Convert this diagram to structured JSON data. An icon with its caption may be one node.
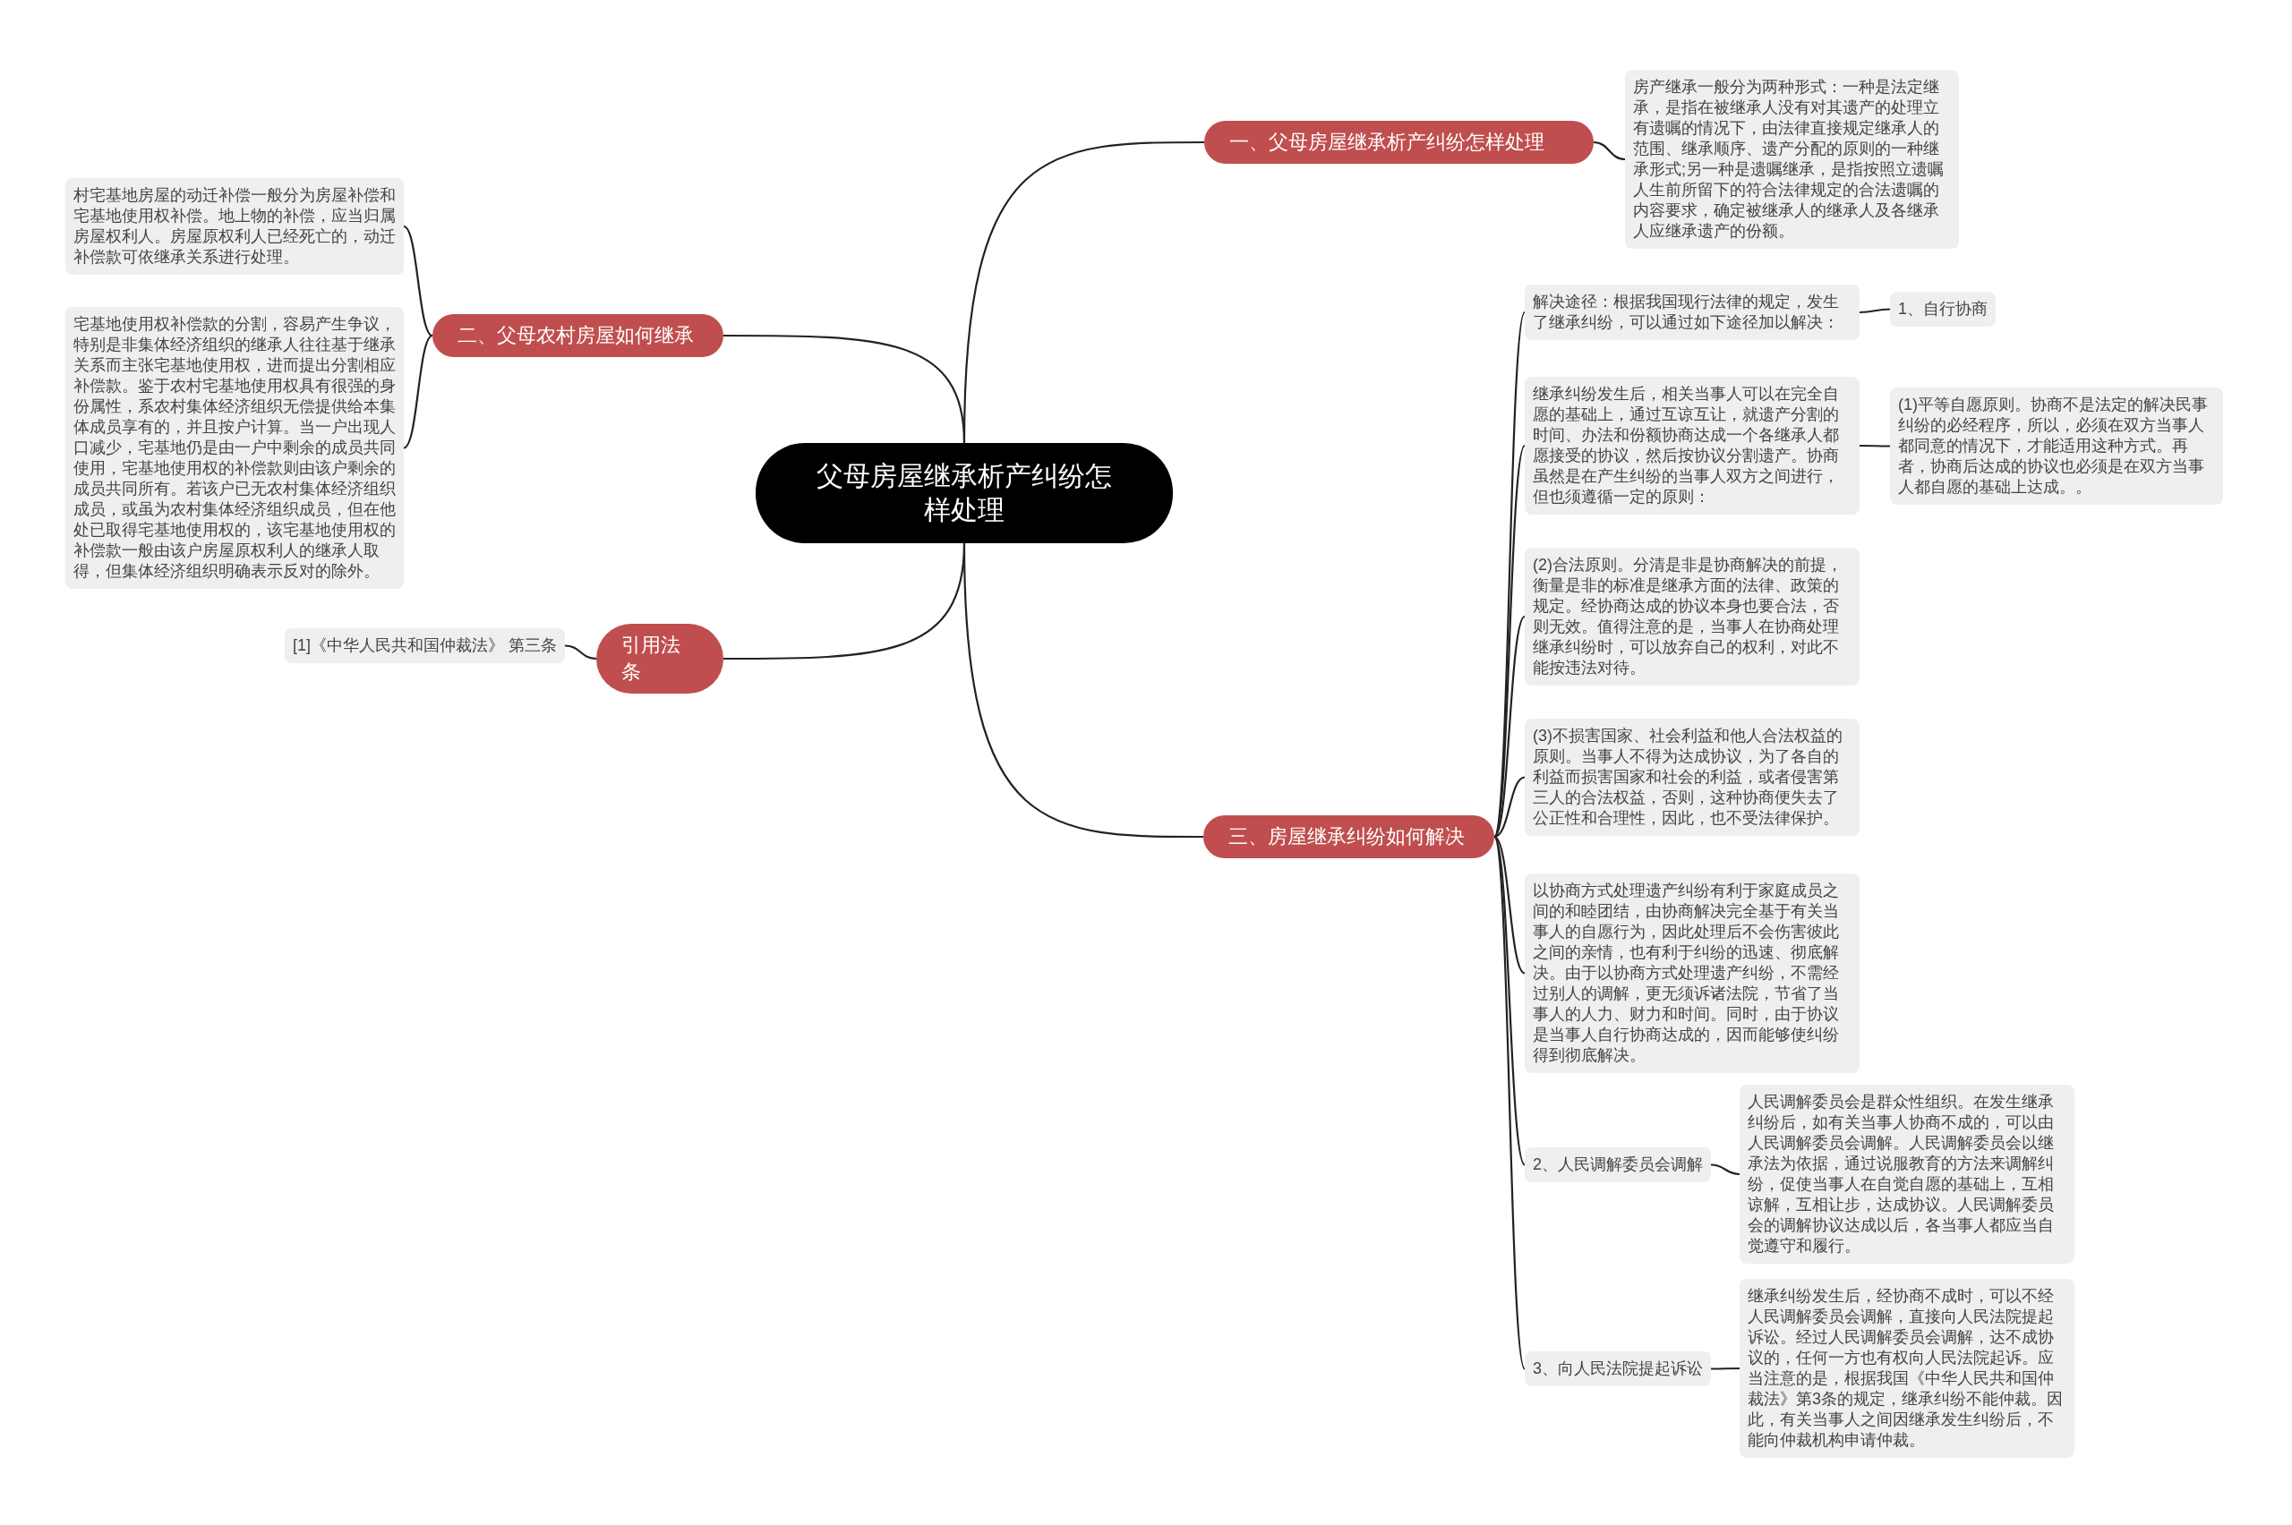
{
  "diagram": {
    "nodes": [
      {
        "text": [
          "父母房屋继承析产纠纷怎样处理"
        ]
      },
      {
        "text": [
          "一、父母房屋继承析产纠纷怎样处理"
        ]
      },
      {
        "text": [
          "房产继承一般分为两种形式：一种是法定继承，是指在被继承人没有对其遗产的处理立有遗嘱的情况下，由法律直接规定继承人的范围、继承顺序、遗产分配的原则的一种继承形式;另一种是遗嘱继承，是指按照立遗嘱人生前所留下的符合法律规定的合法遗嘱的内容要求，确定被继承人的继承人及各继承人应继承遗产的份额。"
        ]
      },
      {
        "text": [
          "二、父母农村房屋如何继承"
        ]
      },
      {
        "text": [
          "村宅基地房屋的动迁补偿一般分为房屋补偿和宅基地使用权补偿。地上物的补偿，应当归属房屋权利人。房屋原权利人已经死亡的，动迁补偿款可依继承关系进行处理。"
        ]
      },
      {
        "text": [
          "宅基地使用权补偿款的分割，容易产生争议，特别是非集体经济组织的继承人往往基于继承关系而主张宅基地使用权，进而提出分割相应补偿款。鉴于农村宅基地使用权具有很强的身份属性，系农村集体经济组织无偿提供给本集体成员享有的，并且按户计算。当一户出现人口减少，宅基地仍是由一户中剩余的成员共同使用，宅基地使用权的补偿款则由该户剩余的成员共同所有。若该户已无农村集体经济组织成员，或虽为农村集体经济组织成员，但在他处已取得宅基地使用权的，该宅基地使用权的补偿款一般由该户房屋原权利人的继承人取得，但集体经济组织明确表示反对的除外。"
        ]
      },
      {
        "text": [
          "引用法条"
        ]
      },
      {
        "text": [
          "[1]《中华人民共和国仲裁法》 第三条"
        ]
      },
      {
        "text": [
          "三、房屋继承纠纷如何解决"
        ]
      },
      {
        "text": [
          "解决途径：根据我国现行法律的规定，发生了继承纠纷，可以通过如下途径加以解决："
        ]
      },
      {
        "text": [
          "1、自行协商"
        ]
      },
      {
        "text": [
          "继承纠纷发生后，相关当事人可以在完全自愿的基础上，通过互谅互让，就遗产分割的时间、办法和份额协商达成一个各继承人都愿接受的协议，然后按协议分割遗产。协商虽然是在产生纠纷的当事人双方之间进行，但也须遵循一定的原则："
        ]
      },
      {
        "text": [
          "(1)平等自愿原则。协商不是法定的解决民事纠纷的必经程序，所以，必须在双方当事人都同意的情况下，才能适用这种方式。再者，协商后达成的协议也必须是在双方当事人都自愿的基础上达成。。"
        ]
      },
      {
        "text": [
          "(2)合法原则。分清是非是协商解决的前提，衡量是非的标准是继承方面的法律、政策的规定。经协商达成的协议本身也要合法，否则无效。值得注意的是，当事人在协商处理继承纠纷时，可以放弃自己的权利，对此不能按违法对待。"
        ]
      },
      {
        "text": [
          "(3)不损害国家、社会利益和他人合法权益的原则。当事人不得为达成协议，为了各自的利益而损害国家和社会的利益，或者侵害第三人的合法权益，否则，这种协商便失去了公正性和合理性，因此，也不受法律保护。"
        ]
      },
      {
        "text": [
          "以协商方式处理遗产纠纷有利于家庭成员之间的和睦团结，由协商解决完全基于有关当事人的自愿行为，因此处理后不会伤害彼此之间的亲情，也有利于纠纷的迅速、彻底解决。由于以协商方式处理遗产纠纷，不需经过别人的调解，更无须诉诸法院，节省了当事人的人力、财力和时间。同时，由于协议是当事人自行协商达成的，因而能够使纠纷得到彻底解决。"
        ]
      },
      {
        "text": [
          "2、人民调解委员会调解"
        ]
      },
      {
        "text": [
          "人民调解委员会是群众性组织。在发生继承纠纷后，如有关当事人协商不成的，可以由人民调解委员会调解。人民调解委员会以继承法为依据，通过说服教育的方法来调解纠纷，促使当事人在自觉自愿的基础上，互相谅解，互相让步，达成协议。人民调解委员会的调解协议达成以后，各当事人都应当自觉遵守和履行。"
        ]
      },
      {
        "text": [
          "3、向人民法院提起诉讼"
        ]
      },
      {
        "text": [
          "继承纠纷发生后，经协商不成时，可以不经人民调解委员会调解，直接向人民法院提起诉讼。经过人民调解委员会调解，达不成协议的，任何一方也有权向人民法院起诉。应当注意的是，根据我国《中华人民共和国仲裁法》第3条的规定，继承纠纷不能仲裁。因此，有关当事人之间因继承发生纠纷后，不能向仲裁机构申请仲裁。"
        ]
      }
    ],
    "edges": [
      {
        "from": 0,
        "to": 1,
        "arrow": "none"
      },
      {
        "from": 1,
        "to": 2,
        "arrow": "none"
      },
      {
        "from": 0,
        "to": 3,
        "arrow": "none"
      },
      {
        "from": 3,
        "to": 4,
        "arrow": "none"
      },
      {
        "from": 3,
        "to": 5,
        "arrow": "none"
      },
      {
        "from": 0,
        "to": 6,
        "arrow": "none"
      },
      {
        "from": 6,
        "to": 7,
        "arrow": "none"
      },
      {
        "from": 0,
        "to": 8,
        "arrow": "none"
      },
      {
        "from": 8,
        "to": 9,
        "arrow": "none"
      },
      {
        "from": 9,
        "to": 10,
        "arrow": "none"
      },
      {
        "from": 8,
        "to": 11,
        "arrow": "none"
      },
      {
        "from": 11,
        "to": 12,
        "arrow": "none"
      },
      {
        "from": 8,
        "to": 13,
        "arrow": "none"
      },
      {
        "from": 8,
        "to": 14,
        "arrow": "none"
      },
      {
        "from": 8,
        "to": 15,
        "arrow": "none"
      },
      {
        "from": 8,
        "to": 16,
        "arrow": "none"
      },
      {
        "from": 16,
        "to": 17,
        "arrow": "none"
      },
      {
        "from": 8,
        "to": 18,
        "arrow": "none"
      },
      {
        "from": 18,
        "to": 19,
        "arrow": "none"
      }
    ]
  }
}
